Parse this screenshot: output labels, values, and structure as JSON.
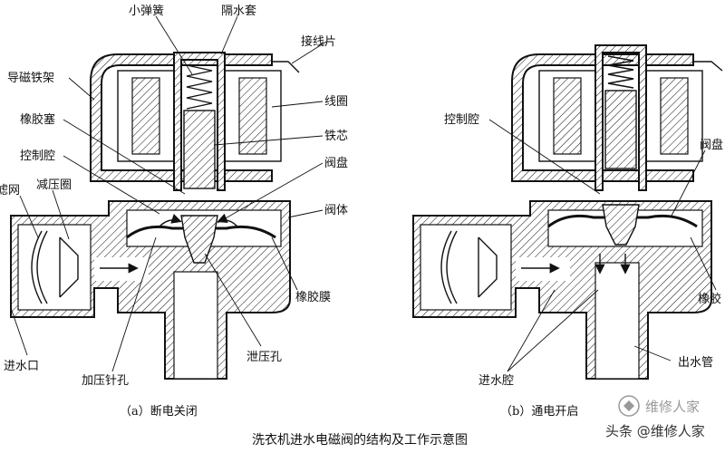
{
  "title": "洗衣机进水电磁阀的结构及工作示意图",
  "watermark": "头条 @维修人家",
  "watermark_faint": "维修人家",
  "left_view": {
    "caption": "（a）断电关闭",
    "labels": {
      "small_spring": "小弹簧",
      "isolation_sleeve": "隔水套",
      "terminal": "接线片",
      "magnetic_frame": "导磁铁架",
      "coil": "线圈",
      "rubber_plug": "橡胶塞",
      "iron_core": "铁芯",
      "control_chamber": "控制腔",
      "valve_disc": "阀盘",
      "filter": "滤网",
      "pressure_ring": "减压圈",
      "valve_body": "阀体",
      "inlet": "进水口",
      "rubber_membrane": "橡胶膜",
      "pressure_pin_hole": "加压针孔",
      "relief_hole": "泄压孔"
    }
  },
  "right_view": {
    "caption": "（b）通电开启",
    "labels": {
      "control_chamber": "控制腔",
      "valve_disc": "阀盘",
      "rubber": "橡胶",
      "inlet_chamber": "进水腔",
      "outlet_pipe": "出水管"
    }
  }
}
